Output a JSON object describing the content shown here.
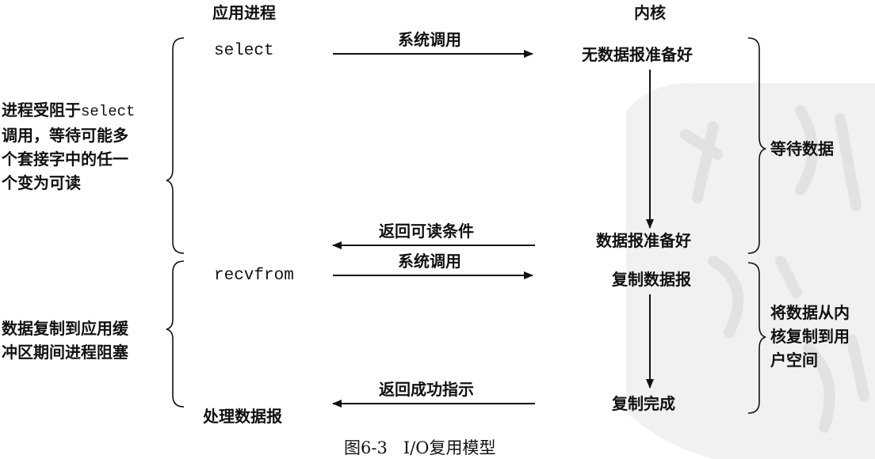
{
  "columns": {
    "app": "应用进程",
    "kernel": "内核"
  },
  "app_steps": {
    "select": "select",
    "recvfrom": "recvfrom",
    "process": "处理数据报"
  },
  "kernel_states": {
    "no_data": "无数据报准备好",
    "data_ready": "数据报准备好",
    "copy": "复制数据报",
    "copy_done": "复制完成"
  },
  "arrows": {
    "syscall_1": "系统调用",
    "readable": "返回可读条件",
    "syscall_2": "系统调用",
    "success": "返回成功指示"
  },
  "left_notes": {
    "blocked_select": {
      "prefix": "进程受阻于",
      "code": "select",
      "lines": [
        "调用，等待可能多",
        "个套接字中的任一",
        "个变为可读"
      ]
    },
    "blocked_copy": {
      "lines": [
        "数据复制到应用缓",
        "冲区期间进程阻塞"
      ]
    }
  },
  "right_notes": {
    "wait_data": "等待数据",
    "copy_data": {
      "lines": [
        "将数据从内",
        "核复制到用",
        "户空间"
      ]
    }
  },
  "caption": {
    "figure": "图6-3",
    "title": "I/O复用模型"
  }
}
